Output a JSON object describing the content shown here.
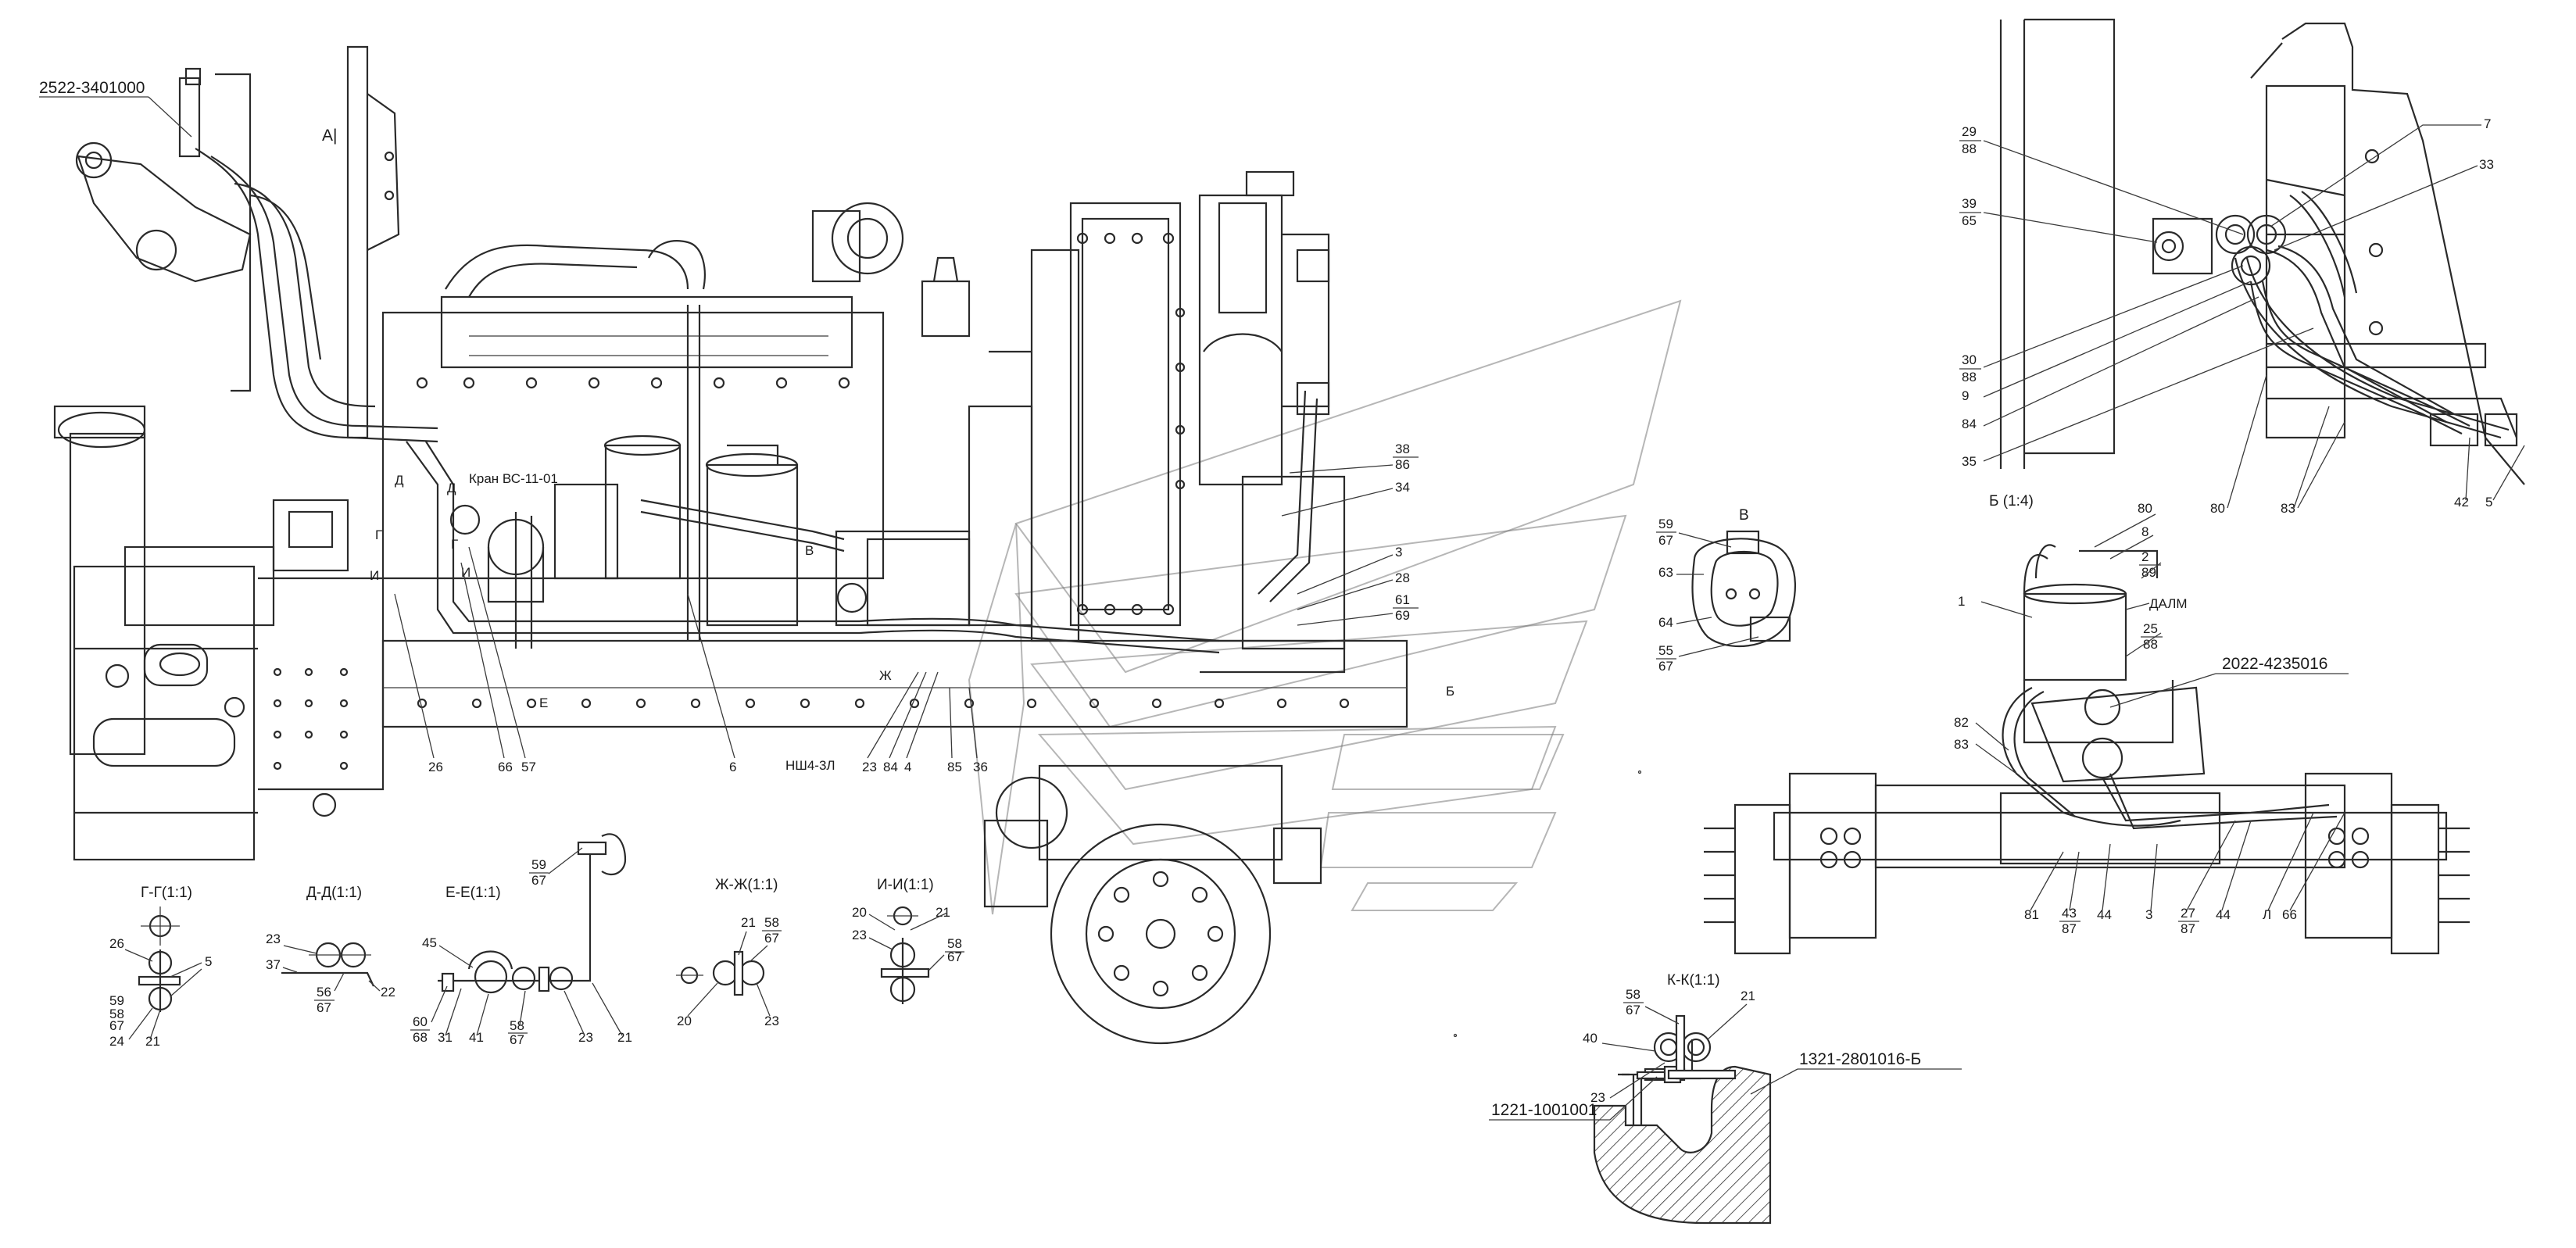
{
  "drawing": {
    "part_numbers": {
      "top_left": "2522-3401000",
      "right_unit": "2022-4235016",
      "bottom_left": "1221-1001001",
      "bottom_right": "1321-2801016-Б"
    },
    "main_view_letters": {
      "A": "А|",
      "G1": "Г",
      "G2": "Г",
      "D1": "Д",
      "D2": "Д",
      "I1": "И",
      "I2": "И",
      "E": "Е",
      "B": "Б",
      "Zh": "Ж",
      "V": "В",
      "kran": "Кран ВС-11-01",
      "nsh": "НШ4-3Л"
    },
    "main_view_callouts": [
      "26",
      "66",
      "57",
      "6",
      "23",
      "84",
      "4",
      "85",
      "36",
      "38",
      "86",
      "34",
      "3",
      "28",
      "61",
      "69"
    ],
    "section_titles": {
      "gg": "Г-Г(1:1)",
      "dd": "Д-Д(1:1)",
      "ee": "Е-Е(1:1)",
      "zhzh": "Ж-Ж(1:1)",
      "ii": "И-И(1:1)",
      "kk": "К-К(1:1)",
      "view_b": "Б (1:4)",
      "view_v": "В"
    },
    "section_labels": {
      "gg": [
        "26",
        "5",
        "59",
        "58",
        "67",
        "24",
        "21"
      ],
      "dd": [
        "23",
        "37",
        "56",
        "67",
        "22"
      ],
      "ee": [
        "45",
        "60",
        "68",
        "31",
        "41",
        "58",
        "67",
        "59",
        "67",
        "23",
        "21"
      ],
      "zhzh": [
        "21",
        "58",
        "67",
        "20",
        "23"
      ],
      "ii": [
        "20",
        "21",
        "23",
        "58",
        "67"
      ],
      "kk": [
        "58",
        "67",
        "21",
        "40",
        "23"
      ]
    },
    "view_v_labels": [
      "59",
      "67",
      "63",
      "64",
      "55",
      "67"
    ],
    "right_top_labels": [
      "29",
      "88",
      "39",
      "65",
      "7",
      "33",
      "30",
      "88",
      "9",
      "84",
      "35",
      "80",
      "83",
      "42",
      "5"
    ],
    "right_bottom_labels": [
      "80",
      "8",
      "2",
      "89",
      "ДАЛМ",
      "1",
      "25",
      "88",
      "82",
      "83",
      "81",
      "43",
      "87",
      "44",
      "3",
      "27",
      "87",
      "44",
      "Л",
      "66"
    ]
  }
}
